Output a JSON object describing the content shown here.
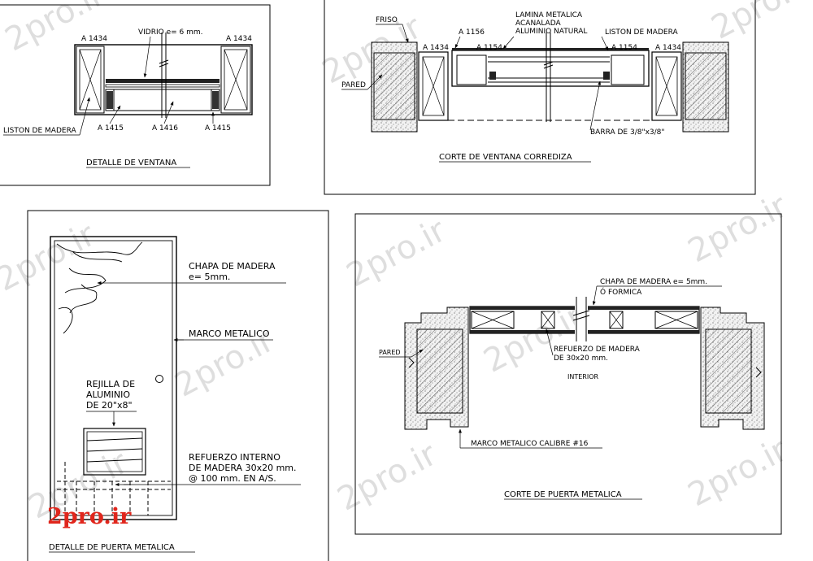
{
  "brand": "2pro.ir",
  "watermark": "2pro.ir",
  "ventana": {
    "title": "DETALLE DE VENTANA",
    "vidrio": "VIDRIO e= 6 mm.",
    "a1434_left": "A 1434",
    "a1434_right": "A 1434",
    "a1415_left": "A 1415",
    "a1416": "A 1416",
    "a1415_right": "A 1415",
    "liston": "LISTON DE MADERA"
  },
  "corrediza": {
    "title": "CORTE DE VENTANA CORREDIZA",
    "friso": "FRISO",
    "pared": "PARED",
    "lamina_1": "LAMINA METALICA",
    "lamina_2": "ACANALADA",
    "lamina_3": "ALUMINIO NATURAL",
    "liston": "LISTON DE MADERA",
    "a1156": "A 1156",
    "a1434_left": "A 1434",
    "a1154_left": "A 1154",
    "a1154_right": "A 1154",
    "a1434_right": "A 1434",
    "barra": "BARRA DE 3/8\"x3/8\""
  },
  "puerta": {
    "title": "DETALLE DE PUERTA METALICA",
    "chapa_1": "CHAPA DE MADERA",
    "chapa_2": "e= 5mm.",
    "marco": "MARCO METALICO",
    "rejilla_1": "REJILLA DE",
    "rejilla_2": "ALUMINIO",
    "rejilla_3": "DE 20\"x8\"",
    "refuerzo_1": "REFUERZO INTERNO",
    "refuerzo_2": "DE MADERA 30x20 mm.",
    "refuerzo_3": "@ 100 mm. EN A/S."
  },
  "corte_puerta": {
    "title": "CORTE DE PUERTA METALICA",
    "chapa_1": "CHAPA DE MADERA e= 5mm.",
    "chapa_2": "Ó FORMICA",
    "pared": "PARED",
    "refuerzo_1": "REFUERZO DE MADERA",
    "refuerzo_2": "DE 30x20 mm.",
    "interior": "INTERIOR",
    "marco": "MARCO METALICO CALIBRE #16"
  }
}
